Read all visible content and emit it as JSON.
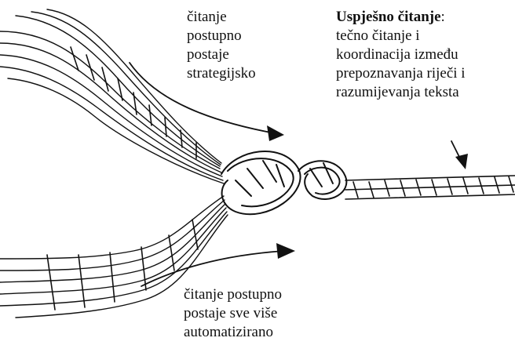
{
  "labels": {
    "top": [
      "čitanje",
      "postupno",
      "postaje",
      "strategijsko"
    ],
    "right": {
      "title": "Uspješno čitanje",
      "title_suffix": ":",
      "lines": [
        "tečno čitanje i",
        "koordinacija između",
        "prepoznavanja riječi i",
        "razumijevanja teksta"
      ]
    },
    "bottom": [
      "čitanje postupno",
      "postaje sve više",
      "automatizirano"
    ]
  },
  "colors": {
    "ink": "#111111",
    "background": "#ffffff"
  }
}
